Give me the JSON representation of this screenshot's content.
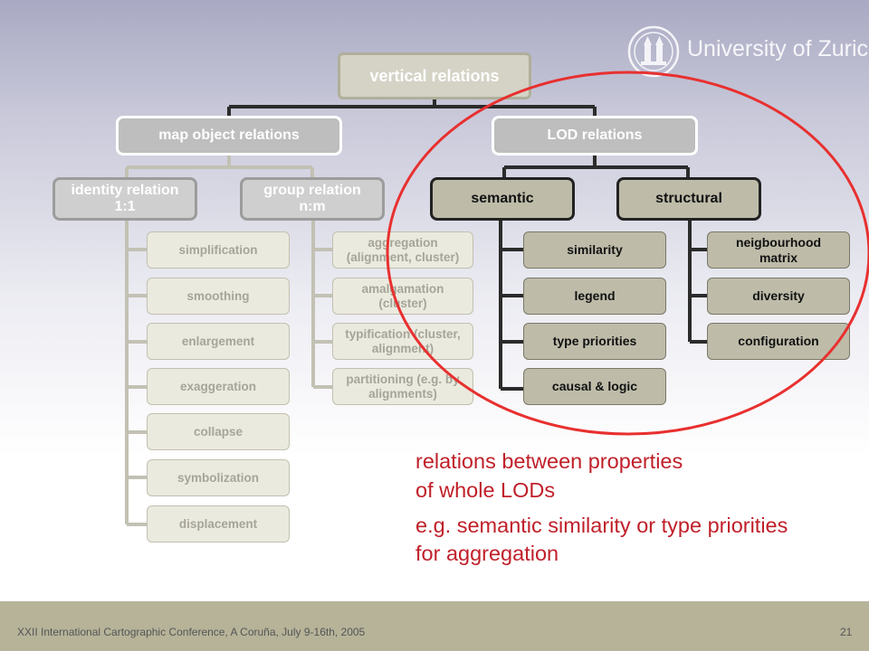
{
  "logo": {
    "text": "University of Zurich",
    "icon": "seal-icon"
  },
  "diagram": {
    "root": "vertical relations",
    "branches": {
      "map_object": "map object relations",
      "lod": "LOD relations"
    },
    "map_object_children": {
      "identity": "identity relation 1:1",
      "group": "group relation n:m"
    },
    "identity_items": [
      "simplification",
      "smoothing",
      "enlargement",
      "exaggeration",
      "collapse",
      "symbolization",
      "displacement"
    ],
    "group_items": [
      "aggregation (alignment, cluster)",
      "amalgamation (cluster)",
      "typification (cluster, alignment)",
      "partitioning (e.g. by alignments)"
    ],
    "lod_children": {
      "semantic": "semantic",
      "structural": "structural"
    },
    "semantic_items": [
      "similarity",
      "legend",
      "type priorities",
      "causal & logic"
    ],
    "structural_items": [
      "neigbourhood matrix",
      "diversity",
      "configuration"
    ]
  },
  "annotation": {
    "line1": "relations between properties",
    "line2": "of whole LODs",
    "line3": "e.g. semantic similarity or type priorities",
    "line4": "for aggregation"
  },
  "footer": {
    "conference": "XXII International Cartographic Conference, A Coruña, July 9-16th, 2005",
    "page": "21"
  },
  "colors": {
    "highlight_ellipse": "#e8302f",
    "annotation_text": "#c0202a",
    "footer_bar": "#b6b399"
  }
}
